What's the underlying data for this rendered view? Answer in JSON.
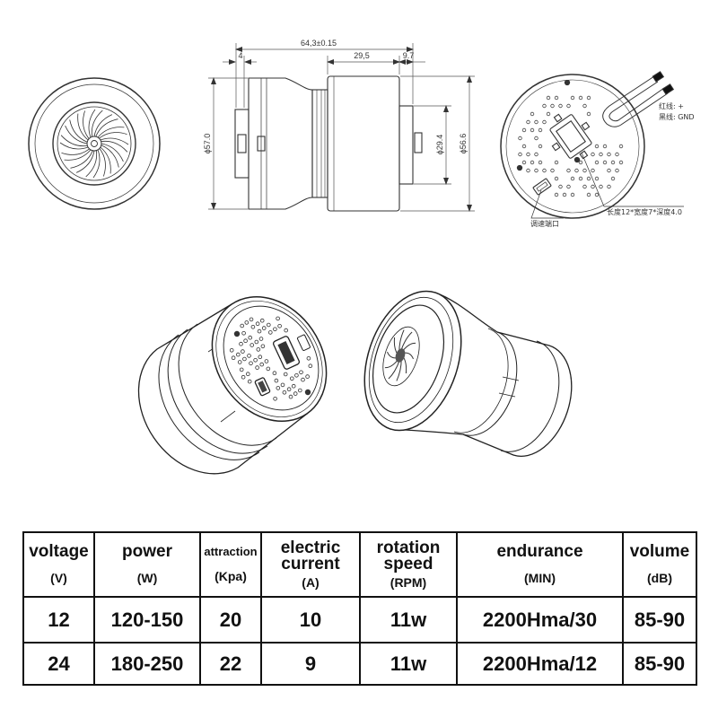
{
  "drawing": {
    "side_view": {
      "overall_length": "64,3±0.15",
      "hub_width": "4",
      "body_length": "29,5",
      "rear_length": "9.7",
      "dia_shroud": "ϕ57.0",
      "dia_rear_cap": "ϕ29.4",
      "dia_body": "ϕ56.6"
    },
    "rear_view": {
      "red_wire": "红线: +",
      "black_wire": "黑线: GND",
      "port_size": "长度12*宽度7*深度4.0",
      "speed_port": "调速端口"
    }
  },
  "specs_table": {
    "headers": [
      {
        "label": [
          "voltage"
        ],
        "unit": "(V)"
      },
      {
        "label": [
          "power"
        ],
        "unit": "(W)"
      },
      {
        "label": [
          "attraction"
        ],
        "unit": "(Kpa)"
      },
      {
        "label": [
          "electric",
          "current"
        ],
        "unit": "(A)"
      },
      {
        "label": [
          "rotation",
          "speed"
        ],
        "unit": "(RPM)"
      },
      {
        "label": [
          "endurance"
        ],
        "unit": "(MIN)"
      },
      {
        "label": [
          "volume"
        ],
        "unit": "(dB)"
      }
    ],
    "rows": [
      [
        "12",
        "120-150",
        "20",
        "10",
        "11w",
        "2200Hma/30",
        "85-90"
      ],
      [
        "24",
        "180-250",
        "22",
        "9",
        "11w",
        "2200Hma/12",
        "85-90"
      ]
    ]
  }
}
